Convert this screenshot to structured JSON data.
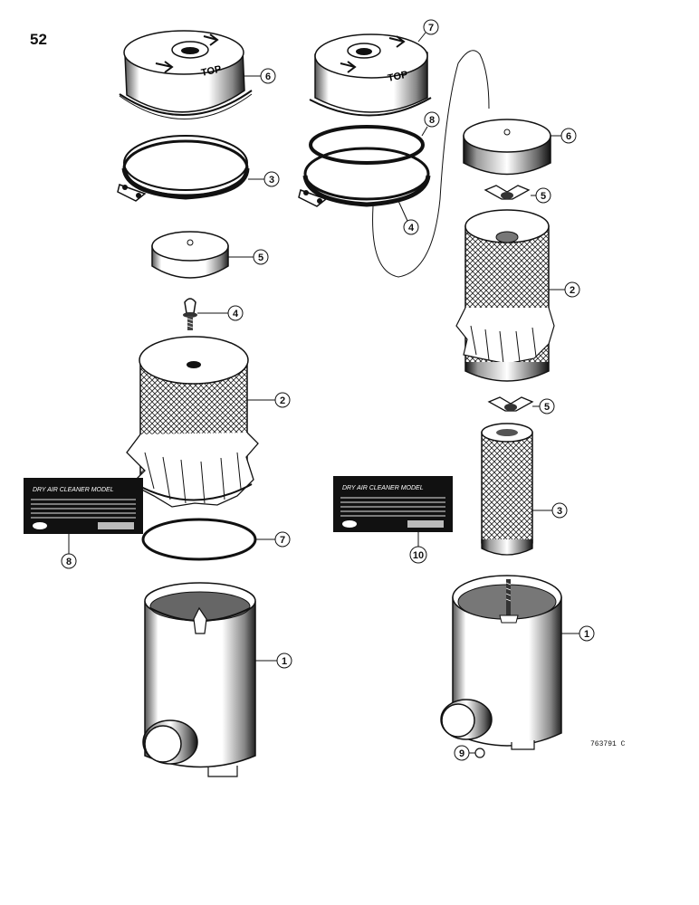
{
  "page": {
    "number": "52",
    "figure_code": "763791 C"
  },
  "callouts": {
    "left": {
      "c6": "6",
      "c3": "3",
      "c5": "5",
      "c4": "4",
      "c2": "2",
      "c8": "8",
      "c7": "7",
      "c1": "1"
    },
    "right": {
      "c7": "7",
      "c8": "8",
      "c4": "4",
      "c6": "6",
      "c5a": "5",
      "c2": "2",
      "c5b": "5",
      "c3": "3",
      "c10": "10",
      "c1": "1",
      "c9": "9"
    }
  },
  "decal": {
    "title": "DRY AIR CLEANER MODEL"
  },
  "cover_lettering": "TOP"
}
